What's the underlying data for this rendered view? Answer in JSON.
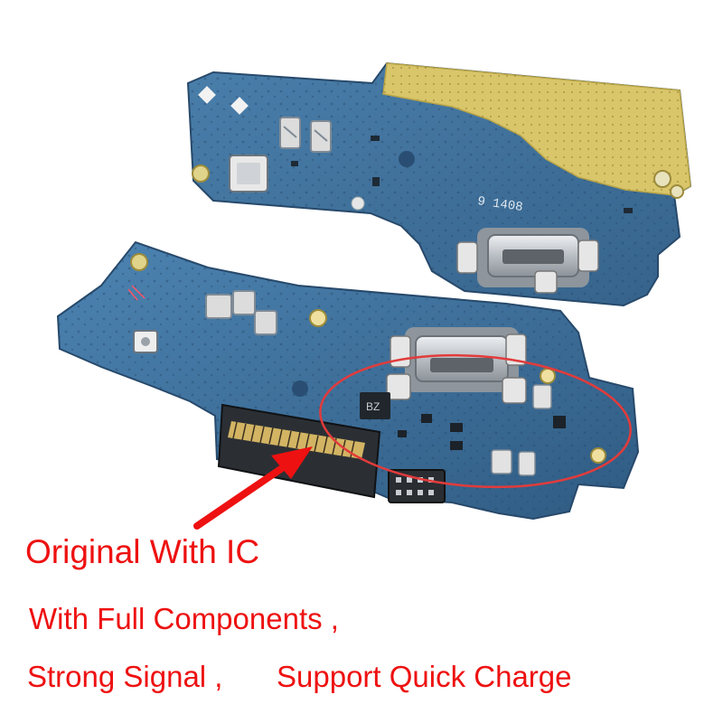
{
  "captions": {
    "original": "Original With IC",
    "components": "With Full Components ,",
    "signal": "Strong Signal ,",
    "charge": "Support Quick Charge"
  },
  "board_marking": "9 1408",
  "chip_marking": "BZ",
  "colors": {
    "caption_red": "#ee1111",
    "pcb_blue": "#3f6f99",
    "gold_pad": "#d9c56a",
    "connector_silver": "#c9cdd2",
    "highlight_ellipse": "#e23b3b"
  },
  "annotations": {
    "arrow_icon": "red-arrow-icon",
    "ellipse_highlight": "red-ellipse-highlight"
  }
}
